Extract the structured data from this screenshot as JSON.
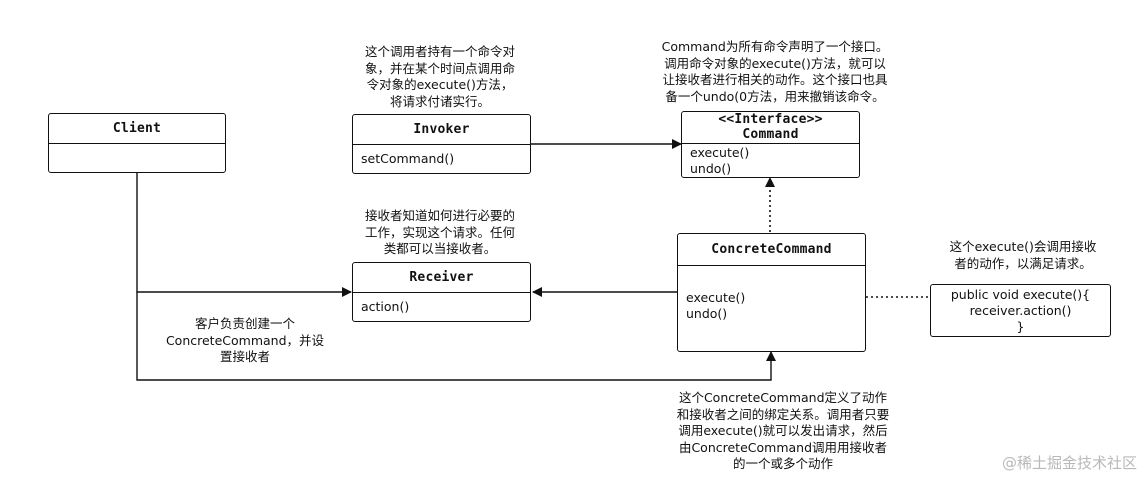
{
  "classes": {
    "client": {
      "name": "Client"
    },
    "invoker": {
      "name": "Invoker",
      "methods": [
        "setCommand()"
      ]
    },
    "command": {
      "stereotype": "<<Interface>>",
      "name": "Command",
      "methods": [
        "execute()",
        "undo()"
      ]
    },
    "receiver": {
      "name": "Receiver",
      "methods": [
        "action()"
      ]
    },
    "concrete_command": {
      "name": "ConcreteCommand",
      "methods": [
        "execute()",
        "undo()"
      ]
    }
  },
  "code_box": {
    "lines": [
      "public void execute(){",
      "receiver.action()",
      "}"
    ]
  },
  "notes": {
    "invoker_note": [
      "这个调用者持有一个命令对",
      "象，并在某个时间点调用命",
      "令对象的execute()方法，",
      "将请求付诸实行。"
    ],
    "command_note": [
      "Command为所有命令声明了一个接口。",
      "调用命令对象的execute()方法，就可以",
      "让接收者进行相关的动作。这个接口也具",
      "备一个undo(0方法，用来撤销该命令。"
    ],
    "receiver_note": [
      "接收者知道如何进行必要的",
      "工作，实现这个请求。任何",
      "类都可以当接收者。"
    ],
    "execute_note": [
      "这个execute()会调用接收",
      "者的动作，以满足请求。"
    ],
    "client_note": [
      "客户负责创建一个",
      "ConcreteCommand，并设",
      "置接收者"
    ],
    "concrete_note": [
      "这个ConcreteCommand定义了动作",
      "和接收者之间的绑定关系。调用者只要",
      "调用execute()就可以发出请求，然后",
      "由ConcreteCommand调用用接收者",
      "的一个或多个动作"
    ]
  },
  "watermark": "@稀土掘金技术社区",
  "colors": {
    "line": "#111111",
    "background": "#ffffff",
    "watermark": "#b9b9b9"
  }
}
